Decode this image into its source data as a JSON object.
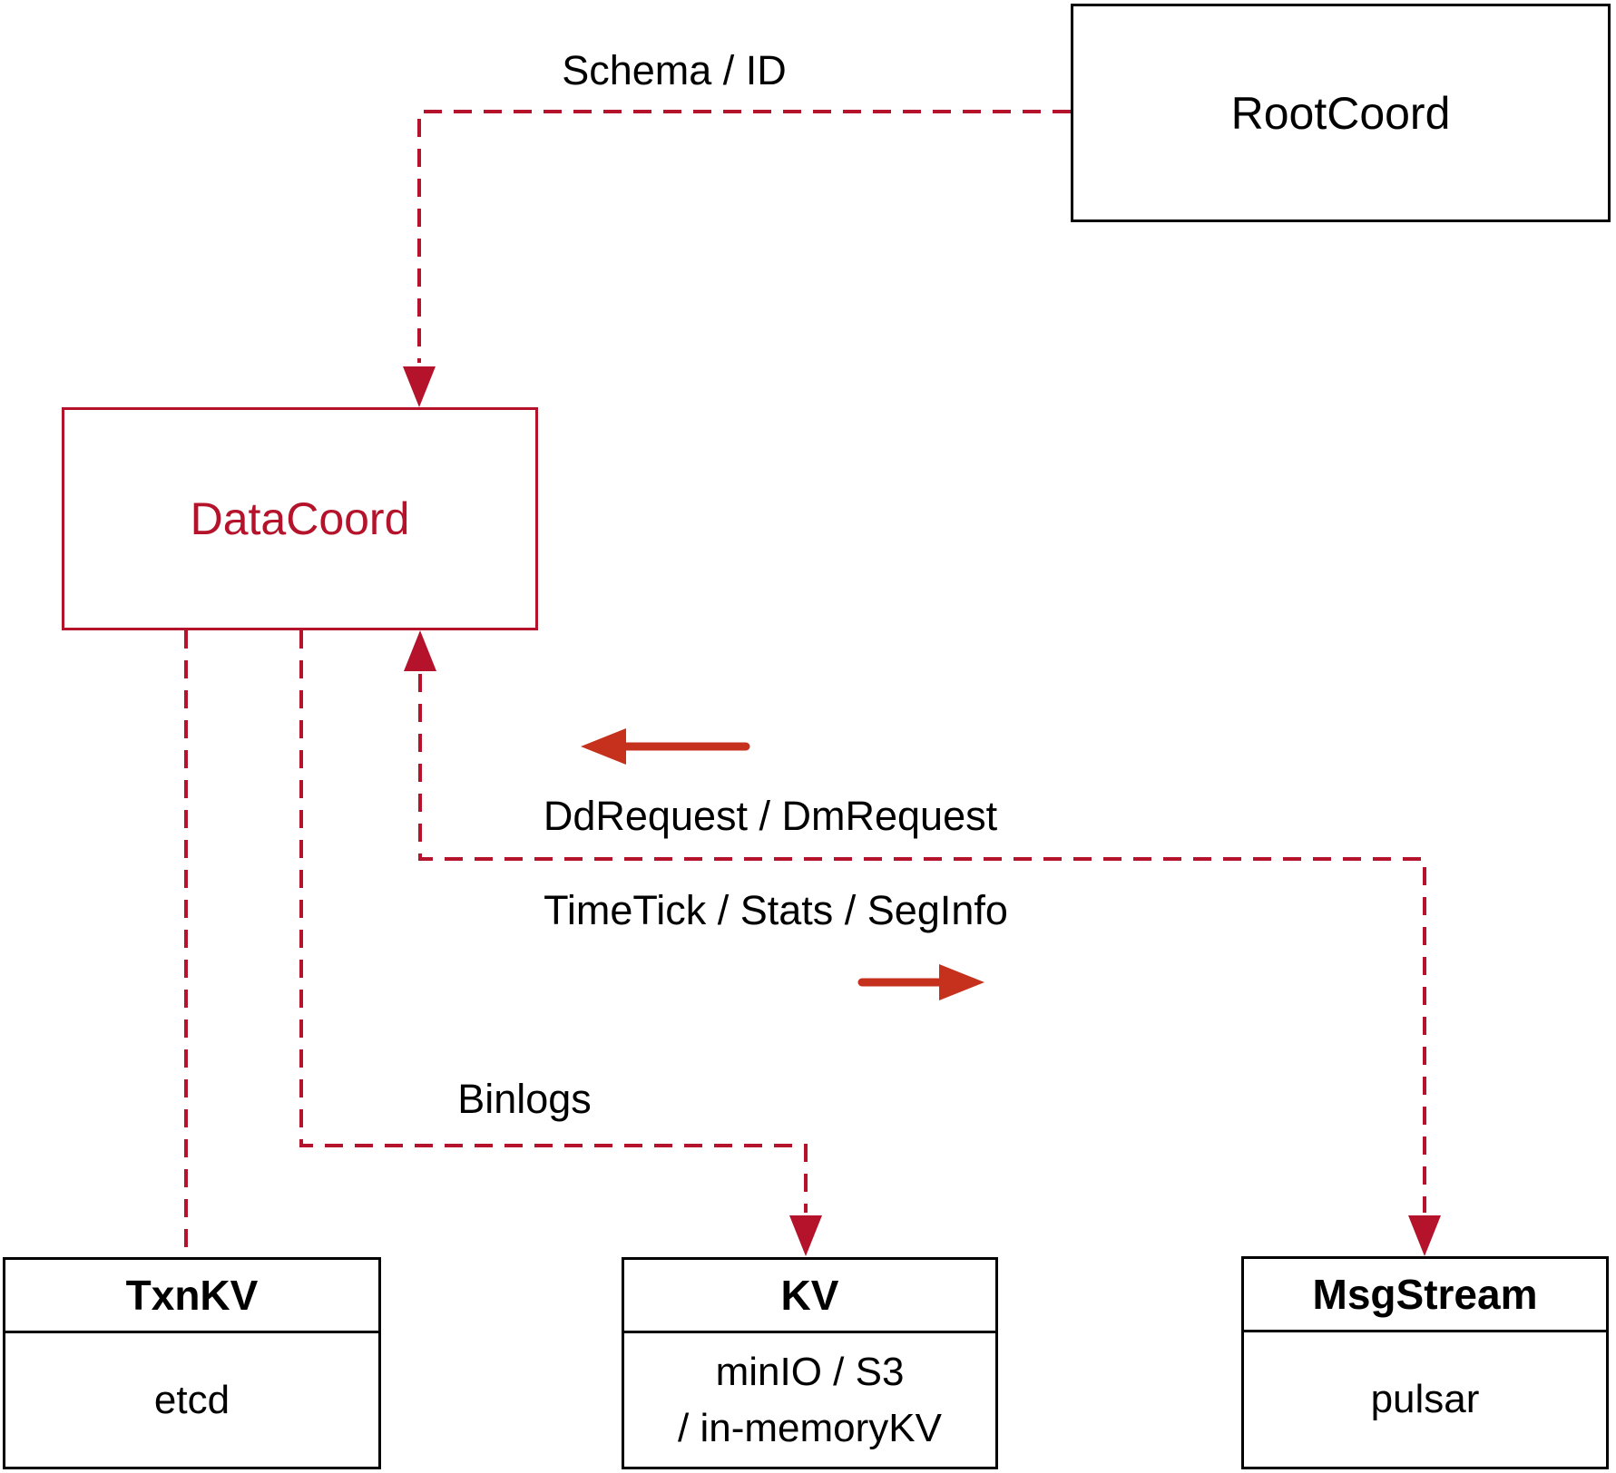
{
  "nodes": {
    "root_coord": {
      "label": "RootCoord"
    },
    "data_coord": {
      "label": "DataCoord"
    },
    "txn_kv": {
      "title": "TxnKV",
      "body": "etcd"
    },
    "kv": {
      "title": "KV",
      "body_line1": "minIO / S3",
      "body_line2": "/ in-memoryKV"
    },
    "msg_stream": {
      "title": "MsgStream",
      "body": "pulsar"
    }
  },
  "edges": {
    "schema_id_label": "Schema / ID",
    "dd_dm_request_label": "DdRequest / DmRequest",
    "timetick_stats_seginfo_label": "TimeTick / Stats / SegInfo",
    "binlogs_label": "Binlogs"
  },
  "colors": {
    "dashed_red": "#b5122b",
    "arrow_red": "#c5311c",
    "box_border_black": "#000000"
  }
}
